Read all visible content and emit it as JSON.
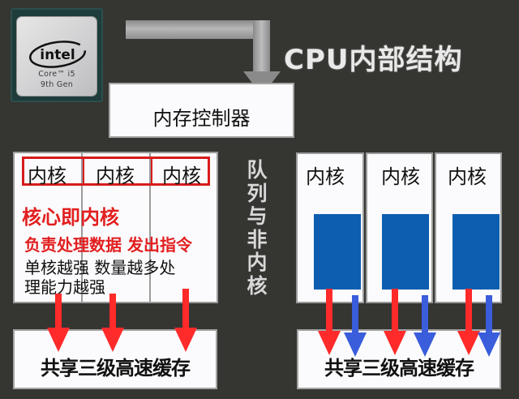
{
  "chip": {
    "brand": "intel",
    "model": "Core™ i5",
    "generation": "9th Gen"
  },
  "title": "CPU内部结构",
  "memory_controller": "内存控制器",
  "left_group": {
    "cores": [
      "内核",
      "内核",
      "内核"
    ],
    "headline": "核心即内核",
    "subline": "负责处理数据 发出指令",
    "note_line1": "单核越强 数量越多处",
    "note_line2": "理能力越强",
    "cache": "共享三级高速缓存"
  },
  "side_label": [
    "队",
    "列",
    "与",
    "非",
    "内",
    "核"
  ],
  "right_group": {
    "cores": [
      "内核",
      "内核",
      "内核"
    ],
    "cache": "共享三级高速缓存"
  },
  "colors": {
    "background": "#353532",
    "accent_red": "#e21f1f",
    "arrow_red": "#ff2a2a",
    "arrow_blue": "#3a5ddc",
    "block_blue": "#0d5eb0"
  }
}
